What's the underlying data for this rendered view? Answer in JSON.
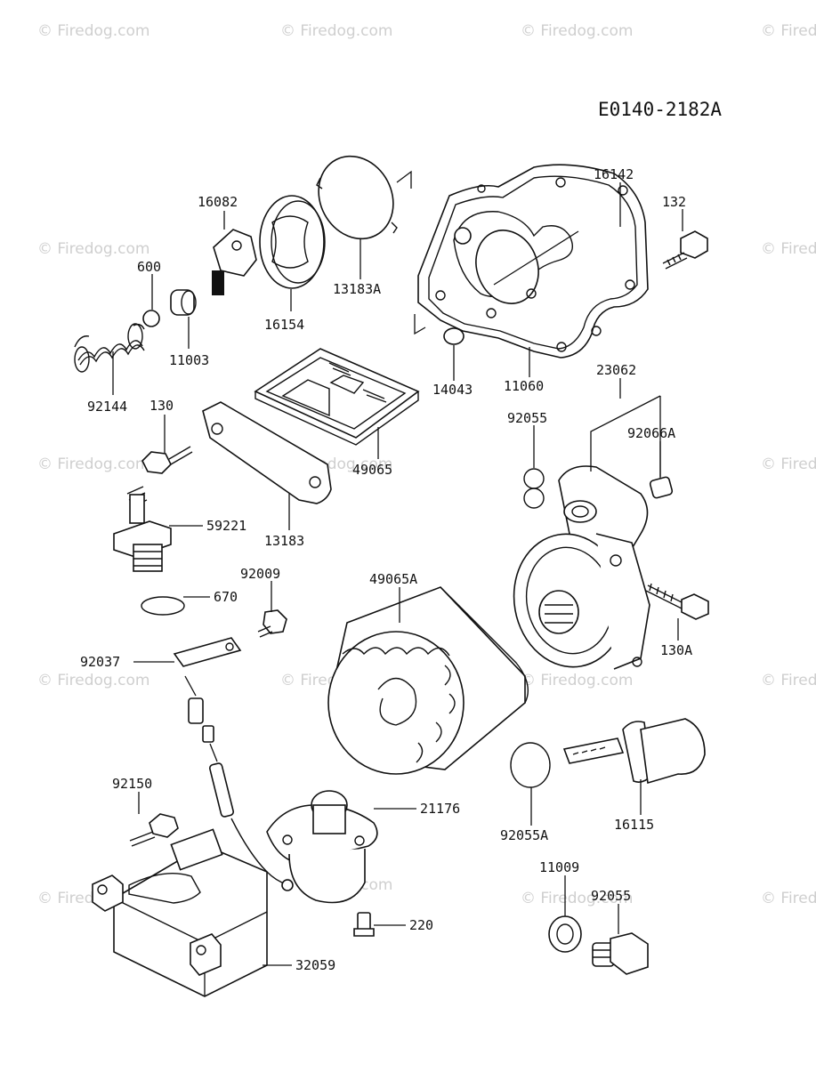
{
  "diagram": {
    "reference_code": "E0140-2182A",
    "watermark": "© Firedog.com",
    "part_labels": {
      "p16142": "16142",
      "p132": "132",
      "p16082": "16082",
      "p600": "600",
      "p16154": "16154",
      "p13183A": "13183A",
      "p11003": "11003",
      "p92144": "92144",
      "p14043": "14043",
      "p11060": "11060",
      "p23062": "23062",
      "p130": "130",
      "p49065": "49065",
      "p92055_top": "92055",
      "p92066A": "92066A",
      "p59221": "59221",
      "p13183": "13183",
      "p92009": "92009",
      "p49065A": "49065A",
      "p670": "670",
      "p92037": "92037",
      "p130A": "130A",
      "p92150": "92150",
      "p21176": "21176",
      "p92055A": "92055A",
      "p16115": "16115",
      "p11009": "11009",
      "p92055_bottom": "92055",
      "p220": "220",
      "p32059": "32059"
    }
  }
}
